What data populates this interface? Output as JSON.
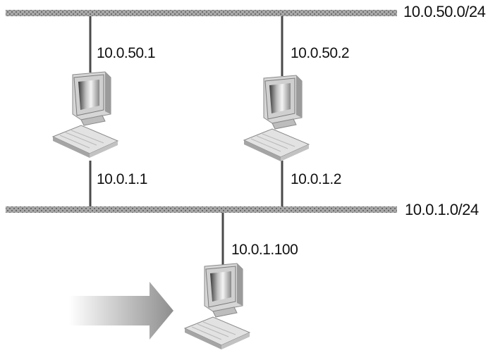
{
  "networks": [
    {
      "id": "net-top",
      "label": "10.0.50.0/24"
    },
    {
      "id": "net-bottom",
      "label": "10.0.1.0/24"
    }
  ],
  "hosts": [
    {
      "id": "host-left",
      "upper_ip": "10.0.50.1",
      "lower_ip": "10.0.1.1"
    },
    {
      "id": "host-middle",
      "upper_ip": "10.0.50.2",
      "lower_ip": "10.0.1.2"
    },
    {
      "id": "host-bottom",
      "upper_ip": "10.0.1.100"
    }
  ],
  "icons": {
    "computer": "computer-icon",
    "arrow": "arrow-right-icon"
  },
  "colors": {
    "bus": "#9a9a9a",
    "bus_dots": "#5e5e5e",
    "link": "#4a4a4a",
    "monitor_light": "#e6e6e6",
    "monitor_mid": "#bdbdbd",
    "monitor_dark": "#6f6f6f",
    "arrow": "#8e8e8e"
  }
}
